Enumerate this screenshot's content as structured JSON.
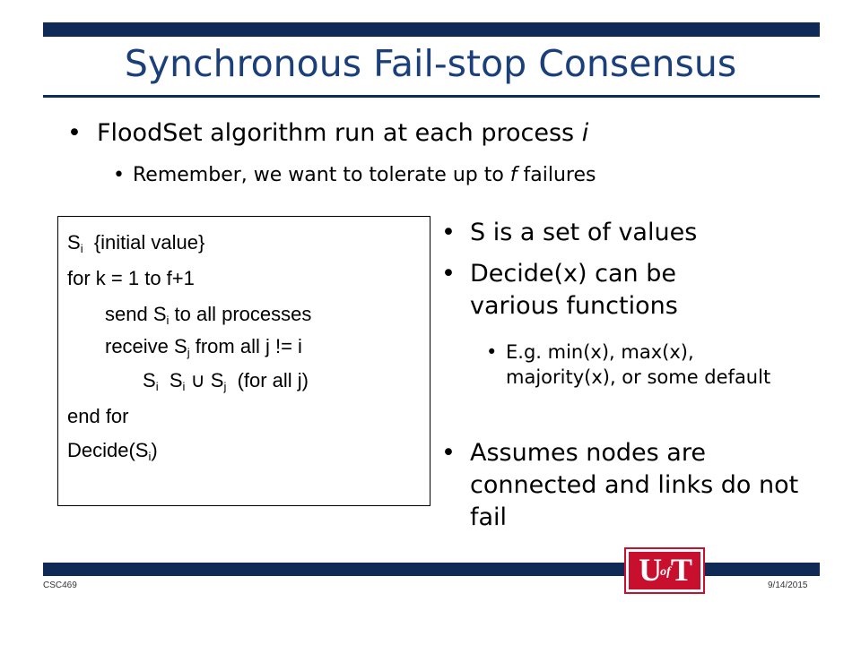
{
  "slide": {
    "title": "Synchronous Fail-stop Consensus",
    "bullets": [
      {
        "pre": "FloodSet algorithm run at each process ",
        "italic": "i"
      },
      {
        "pre": "Remember, we want to tolerate up to ",
        "italic": "f",
        "post": " failures"
      }
    ],
    "bullet_glyph": "•"
  },
  "code": {
    "arrow": "",
    "union": "∪",
    "line1_sym": "S",
    "line1_sub": "i",
    "line1_rest": " {initial value}",
    "line2": "for k = 1 to f+1",
    "line3_pre": "send S",
    "line3_sub": "i",
    "line3_post": " to all processes",
    "line4_pre": "receive S",
    "line4_sub": "j",
    "line4_post": " from all j != i",
    "line5_s1": "S",
    "line5_sub1": "i",
    "line5_s2": "S",
    "line5_sub2": "i",
    "line5_s3": "S",
    "line5_sub3": "j",
    "line5_post": "(for all j)",
    "line6": "end for",
    "line7_pre": "Decide(S",
    "line7_sub": "i",
    "line7_post": ")"
  },
  "right_bullets": [
    "S is a set of values",
    "Decide(x) can be various functions",
    "E.g. min(x), max(x), majority(x), or some default",
    "Assumes nodes are connected and links do not fail"
  ],
  "footer": {
    "left": "CSC469",
    "right": "9/14/2015"
  },
  "logo": {
    "u": "U",
    "of": "of",
    "t": "T"
  },
  "colors": {
    "bar": "#0f2a57",
    "title": "#1b3f7a",
    "logo_red": "#c8102e"
  }
}
